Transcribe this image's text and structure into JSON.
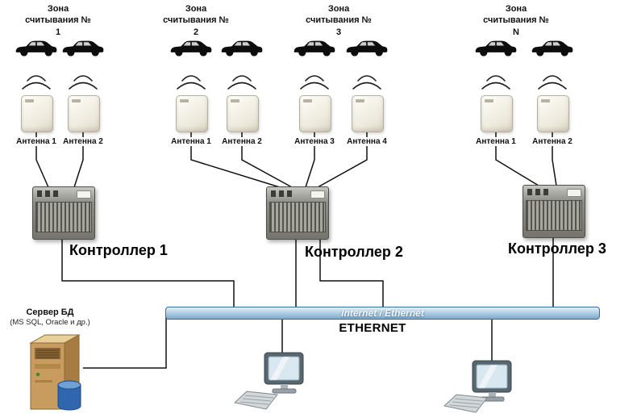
{
  "zones": [
    {
      "label": "Зона считывания № 1"
    },
    {
      "label": "Зона считывания № 2"
    },
    {
      "label": "Зона считывания № 3"
    },
    {
      "label": "Зона считывания № N"
    }
  ],
  "antennas": {
    "zone1": [
      "Антенна 1",
      "Антенна 2"
    ],
    "zone23": [
      "Антенна 1",
      "Антенна 2",
      "Антенна 3",
      "Антенна 4"
    ],
    "zoneN": [
      "Антенна 1",
      "Антенна 2"
    ]
  },
  "controllers": [
    "Контроллер 1",
    "Контроллер 2",
    "Контроллер 3"
  ],
  "network": {
    "bus_label": "Internet / Ethernet",
    "ethernet_label": "ETHERNET"
  },
  "server": {
    "title": "Сервер БД",
    "subtitle": "(MS SQL, Oracle и др.)"
  },
  "colors": {
    "bus_fill": "#a9cbe3",
    "bus_border": "#3b6e9f",
    "car_black": "#0d0d0d",
    "database_blue": "#2f66ae",
    "server_tan": "#c89c5e"
  }
}
